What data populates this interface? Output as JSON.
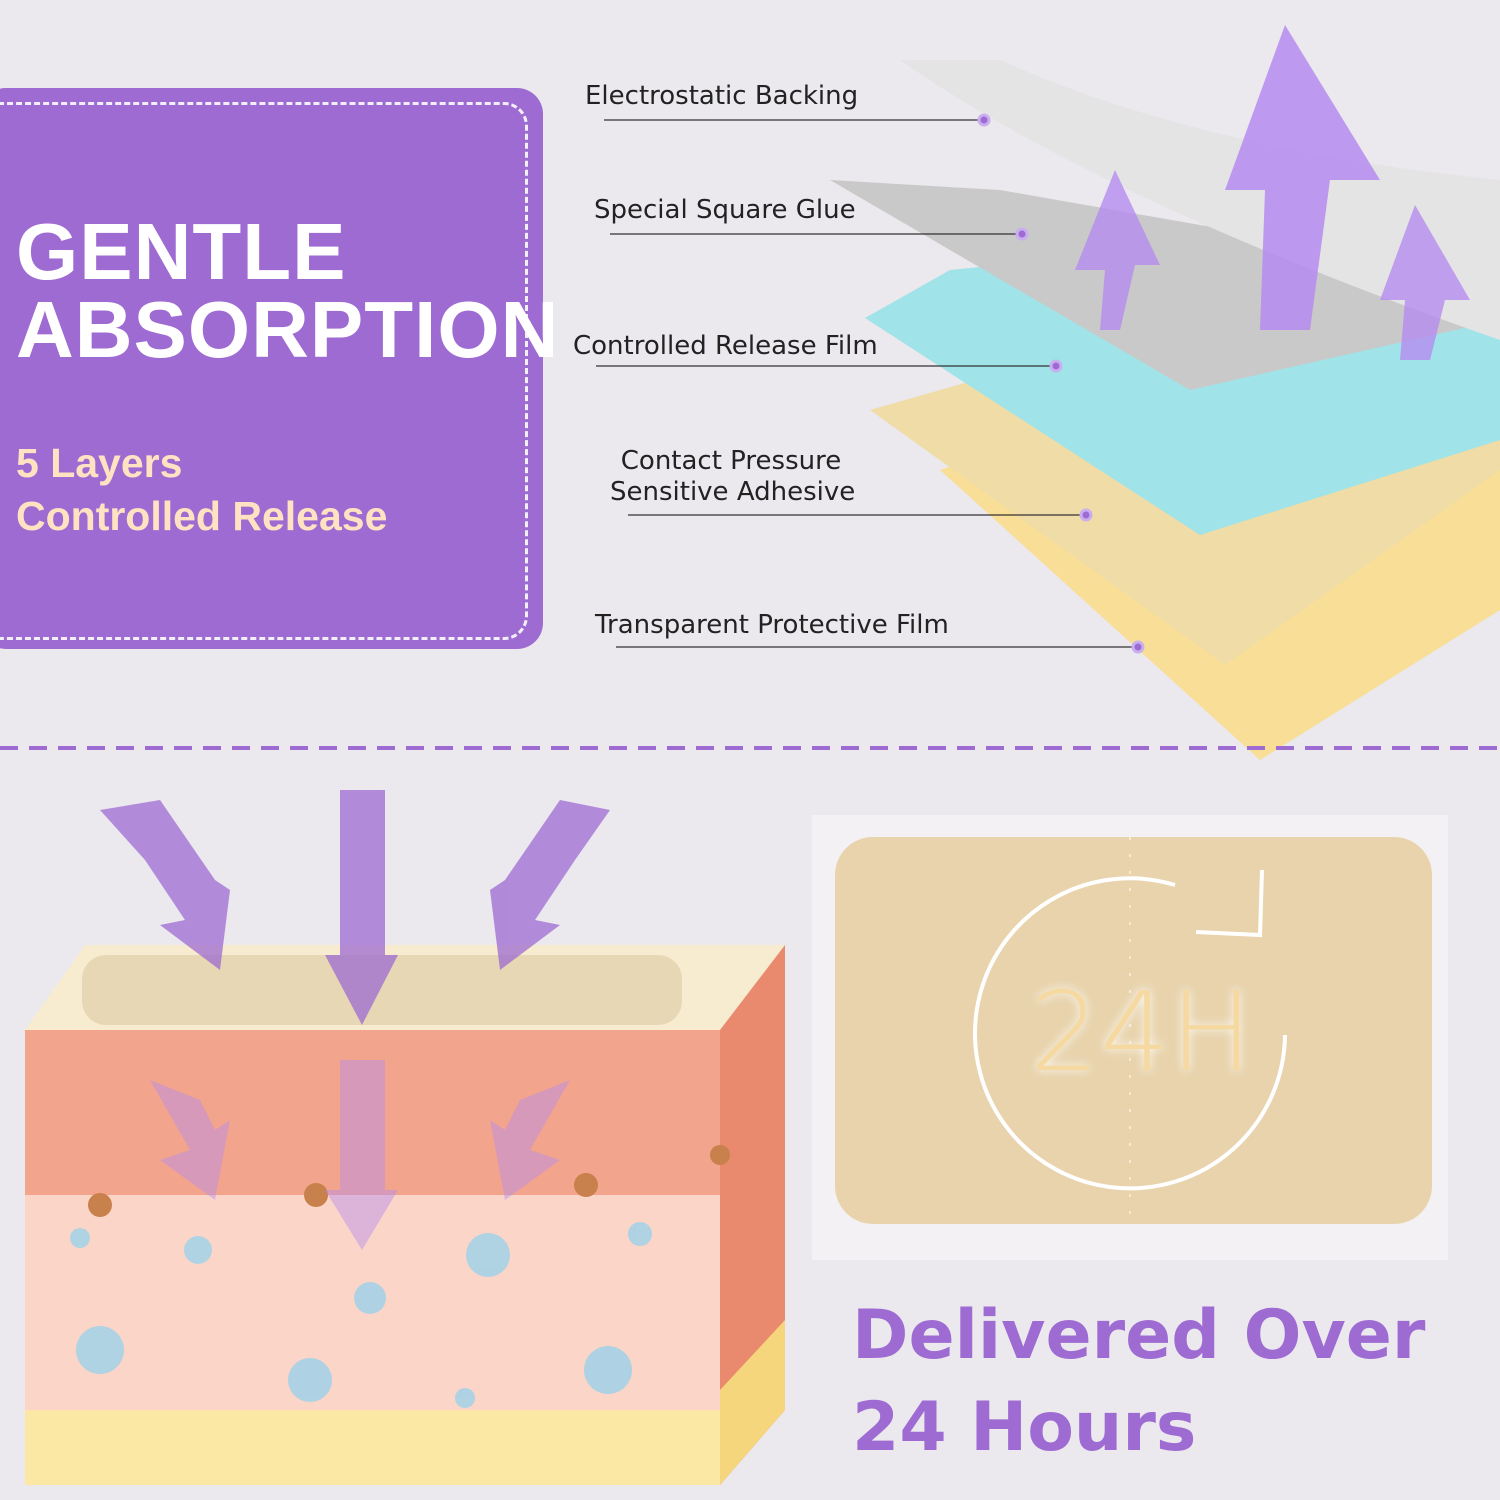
{
  "promo": {
    "headline_line1": "GENTLE",
    "headline_line2": "ABSORPTION",
    "sub_line1": "5 Layers",
    "sub_line2": "Controlled Release"
  },
  "layers": [
    {
      "label": "Electrostatic Backing",
      "color": "#dcdcdc"
    },
    {
      "label": "Special Square Glue",
      "color": "#c8c8c8"
    },
    {
      "label": "Controlled Release Film",
      "color": "#9fe3e8"
    },
    {
      "label_line1": "Contact Pressure",
      "label_line2": "Sensitive Adhesive",
      "color": "#f3dca0"
    },
    {
      "label": "Transparent Protective Film",
      "color": "#f9de98"
    }
  ],
  "patch": {
    "badge_text": "24H"
  },
  "tagline": {
    "line1": "Delivered Over",
    "line2": "24 Hours"
  },
  "colors": {
    "accent": "#9d6bd2",
    "background": "#ebe8ee",
    "sub_text": "#fde3c2"
  }
}
